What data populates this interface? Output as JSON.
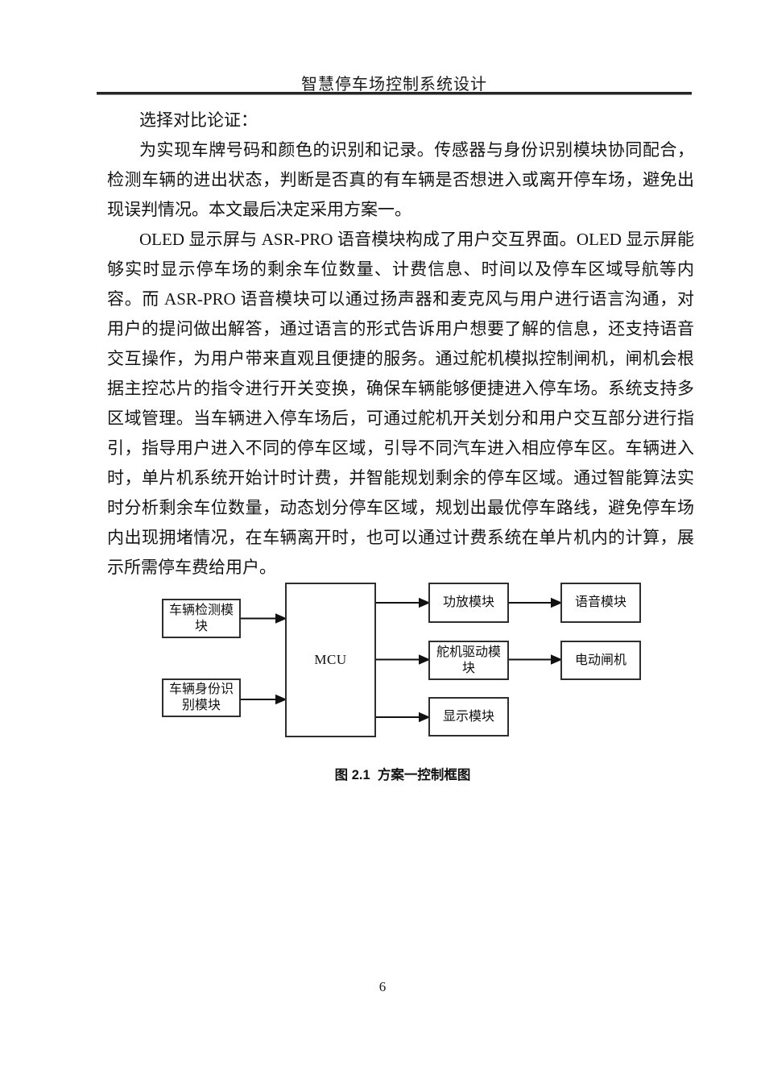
{
  "header": {
    "title": "智慧停车场控制系统设计"
  },
  "body": {
    "paragraphs": [
      {
        "text": "选择对比论证："
      },
      {
        "text": "为实现车牌号码和颜色的识别和记录。传感器与身份识别模块协同配合，检测车辆的进出状态，判断是否真的有车辆是否想进入或离开停车场，避免出现误判情况。本文最后决定采用方案一。"
      },
      {
        "text": "OLED 显示屏与 ASR-PRO 语音模块构成了用户交互界面。OLED 显示屏能够实时显示停车场的剩余车位数量、计费信息、时间以及停车区域导航等内容。而 ASR-PRO 语音模块可以通过扬声器和麦克风与用户进行语言沟通，对用户的提问做出解答，通过语言的形式告诉用户想要了解的信息，还支持语音交互操作，为用户带来直观且便捷的服务。通过舵机模拟控制闸机，闸机会根据主控芯片的指令进行开关变换，确保车辆能够便捷进入停车场。系统支持多区域管理。当车辆进入停车场后，可通过舵机开关划分和用户交互部分进行指引，指导用户进入不同的停车区域，引导不同汽车进入相应停车区。车辆进入时，单片机系统开始计时计费，并智能规划剩余的停车区域。通过智能算法实时分析剩余车位数量，动态划分停车区域，规划出最优停车路线，避免停车场内出现拥堵情况，在车辆离开时，也可以通过计费系统在单片机内的计算，展示所需停车费给用户。"
      }
    ]
  },
  "figure": {
    "caption": "图 2.1  方案一控制框图",
    "nodes": [
      {
        "id": "vehicle-detect",
        "label": "车辆检测模块"
      },
      {
        "id": "vehicle-id",
        "label": "车辆身份识别模块"
      },
      {
        "id": "mcu",
        "label": "MCU"
      },
      {
        "id": "amp",
        "label": "功放模块"
      },
      {
        "id": "voice",
        "label": "语音模块"
      },
      {
        "id": "servo",
        "label": "舵机驱动模块"
      },
      {
        "id": "gate",
        "label": "电动闸机"
      },
      {
        "id": "display",
        "label": "显示模块"
      }
    ],
    "line_color": "#111111"
  },
  "footer": {
    "page_number": "6"
  }
}
